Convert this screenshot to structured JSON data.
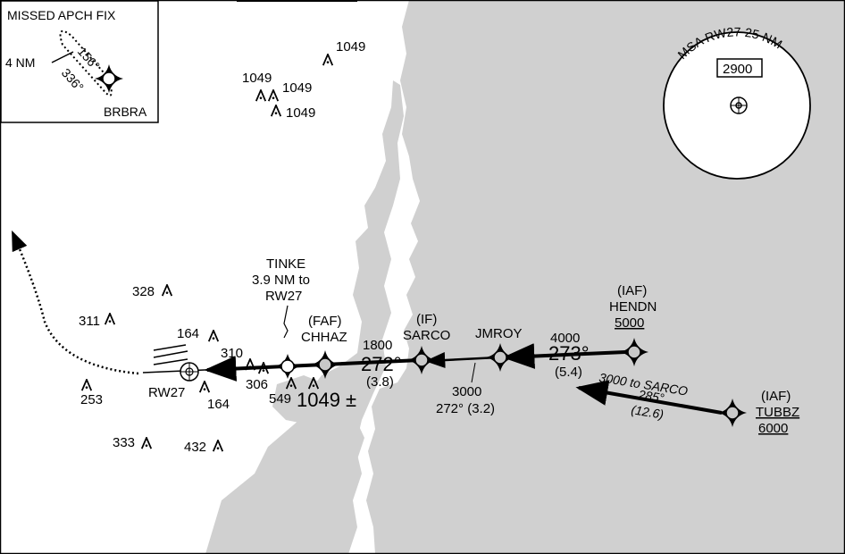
{
  "colors": {
    "land": "#d0d0d0",
    "water": "#ffffff",
    "ink": "#000000"
  },
  "inset": {
    "title": "MISSED APCH FIX",
    "distance": "4 NM",
    "inbound_course": "156°",
    "outbound_course": "336°",
    "fix": "BRBRA"
  },
  "msa": {
    "title": "MSA RW27 25 NM",
    "altitude": "2900"
  },
  "fixes": {
    "tinke": {
      "name": "TINKE",
      "line1": "3.9 NM to",
      "line2": "RW27"
    },
    "chhaz": {
      "role": "(FAF)",
      "name": "CHHAZ"
    },
    "sarco": {
      "role": "(IF)",
      "name": "SARCO"
    },
    "jmroy": {
      "name": "JMROY"
    },
    "hendn": {
      "role": "(IAF)",
      "name": "HENDN",
      "alt": "5000"
    },
    "tubbz": {
      "role": "(IAF)",
      "name": "TUBBZ",
      "alt": "6000"
    },
    "runway": {
      "name": "RW27"
    }
  },
  "segments": {
    "final": {
      "alt": "1800",
      "course": "272°",
      "dist": "(3.8)"
    },
    "hendn_leg": {
      "alt": "4000",
      "course": "273°",
      "dist": "(5.4)"
    },
    "jmroy_leg": {
      "alt": "3000",
      "course": "272° (3.2)"
    },
    "tubbz_leg": {
      "alt": "3000 to SARCO",
      "course": "285°",
      "dist": "(12.6)"
    }
  },
  "obstacles": [
    {
      "label": "1049"
    },
    {
      "label": "1049"
    },
    {
      "label": "1049"
    },
    {
      "label": "1049"
    },
    {
      "label": "328"
    },
    {
      "label": "311"
    },
    {
      "label": "164"
    },
    {
      "label": "310"
    },
    {
      "label": "306"
    },
    {
      "label": "549"
    },
    {
      "label": "1049 ±"
    },
    {
      "label": "164"
    },
    {
      "label": "253"
    },
    {
      "label": "333"
    },
    {
      "label": "432"
    }
  ]
}
